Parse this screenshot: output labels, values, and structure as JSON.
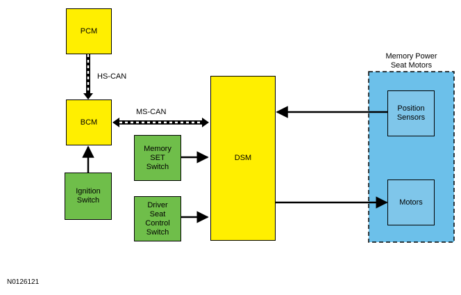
{
  "blocks": {
    "pcm": "PCM",
    "bcm": "BCM",
    "dsm": "DSM",
    "ignition_switch": "Ignition\nSwitch",
    "memory_set_switch": "Memory\nSET\nSwitch",
    "driver_seat_control_switch": "Driver\nSeat\nControl\nSwitch",
    "position_sensors": "Position\nSensors",
    "motors": "Motors"
  },
  "group": {
    "title": "Memory Power\nSeat Motors"
  },
  "connections": {
    "hs_can": "HS-CAN",
    "ms_can": "MS-CAN"
  },
  "figure_id": "N0126121",
  "colors": {
    "module": "#ffef00",
    "switch": "#6fbe4a",
    "group_fill": "#6cc0ea",
    "line": "#000000"
  }
}
